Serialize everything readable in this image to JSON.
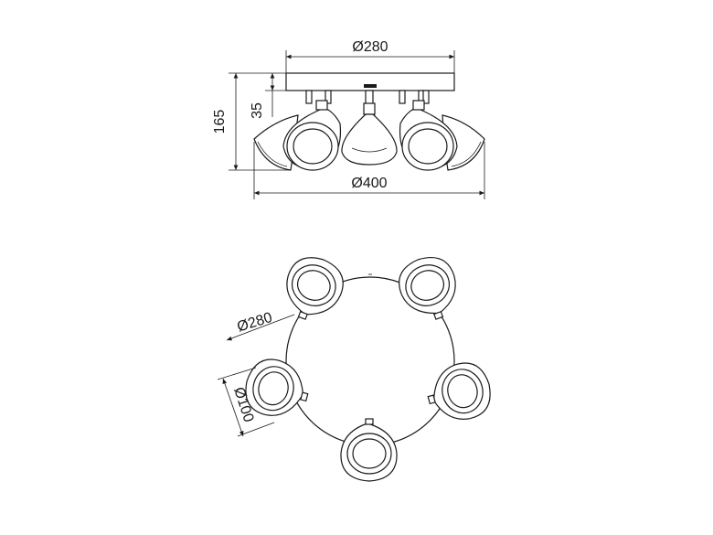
{
  "dimensions": {
    "top_diameter": "Ø280",
    "overall_diameter": "Ø400",
    "overall_height": "165",
    "canopy_height": "35",
    "plan_diameter": "Ø280",
    "spot_diameter": "Ø100"
  }
}
